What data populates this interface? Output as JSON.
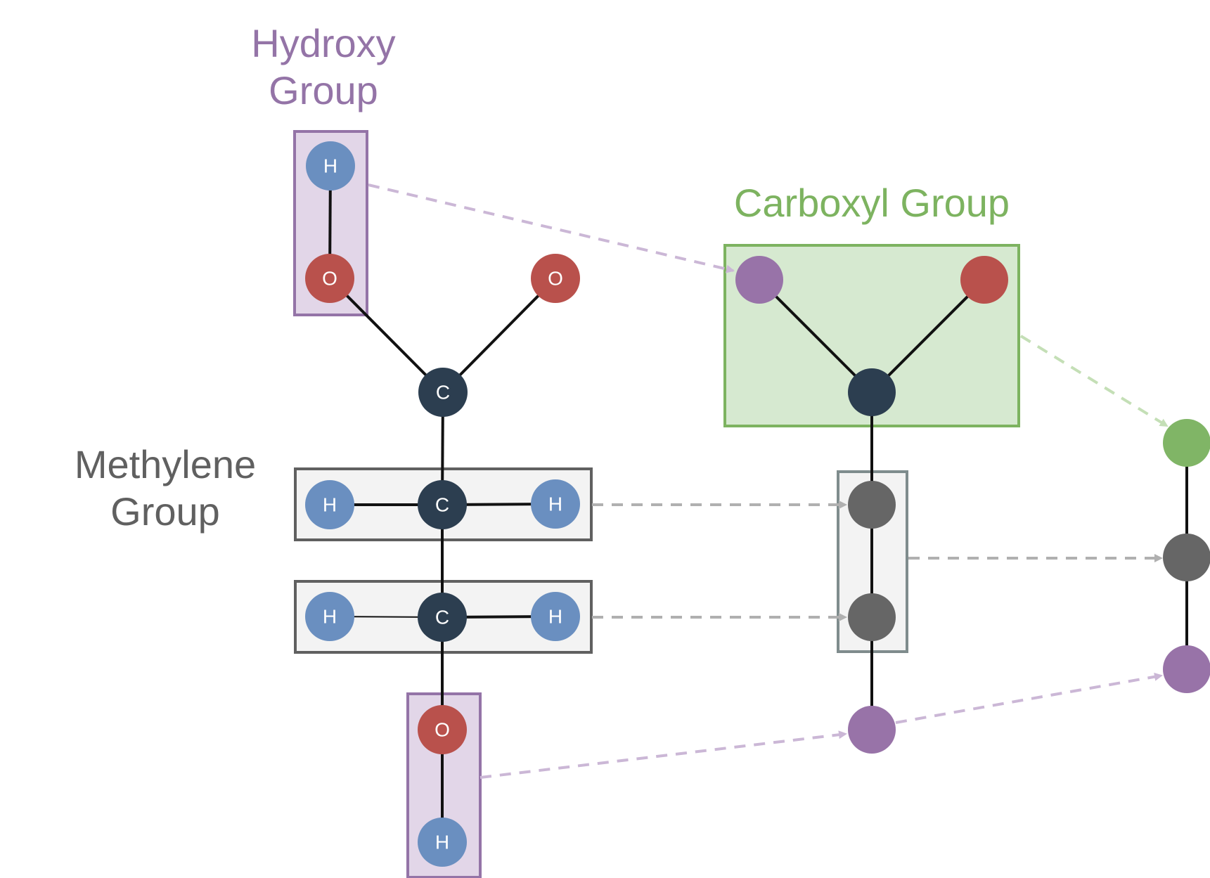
{
  "labels": {
    "hydroxy_line1": "Hydroxy",
    "hydroxy_line2": "Group",
    "carboxyl": "Carboxyl Group",
    "methylene_line1": "Methylene",
    "methylene_line2": "Group"
  },
  "atom_symbols": {
    "hydrogen": "H",
    "oxygen": "O",
    "carbon": "C"
  },
  "colors": {
    "hydrogen": "#6a8fc0",
    "oxygen": "#b9514c",
    "carbon": "#2c3e50",
    "hydroxy_node": "#9873a8",
    "carboxyl_node": "#80b566",
    "methylene_node": "#666666",
    "hydroxy_group": "#9474a7",
    "carboxyl_group": "#7db360",
    "methylene_group": "#606060",
    "hydroxy_arrow": "#cbb7d6",
    "carboxyl_arrow": "#c4dfb6",
    "methylene_arrow": "#b0b0b0"
  },
  "icons": {
    "atom": "circle",
    "coarse_node": "circle",
    "mapping_arrow": "dashed-arrow"
  }
}
